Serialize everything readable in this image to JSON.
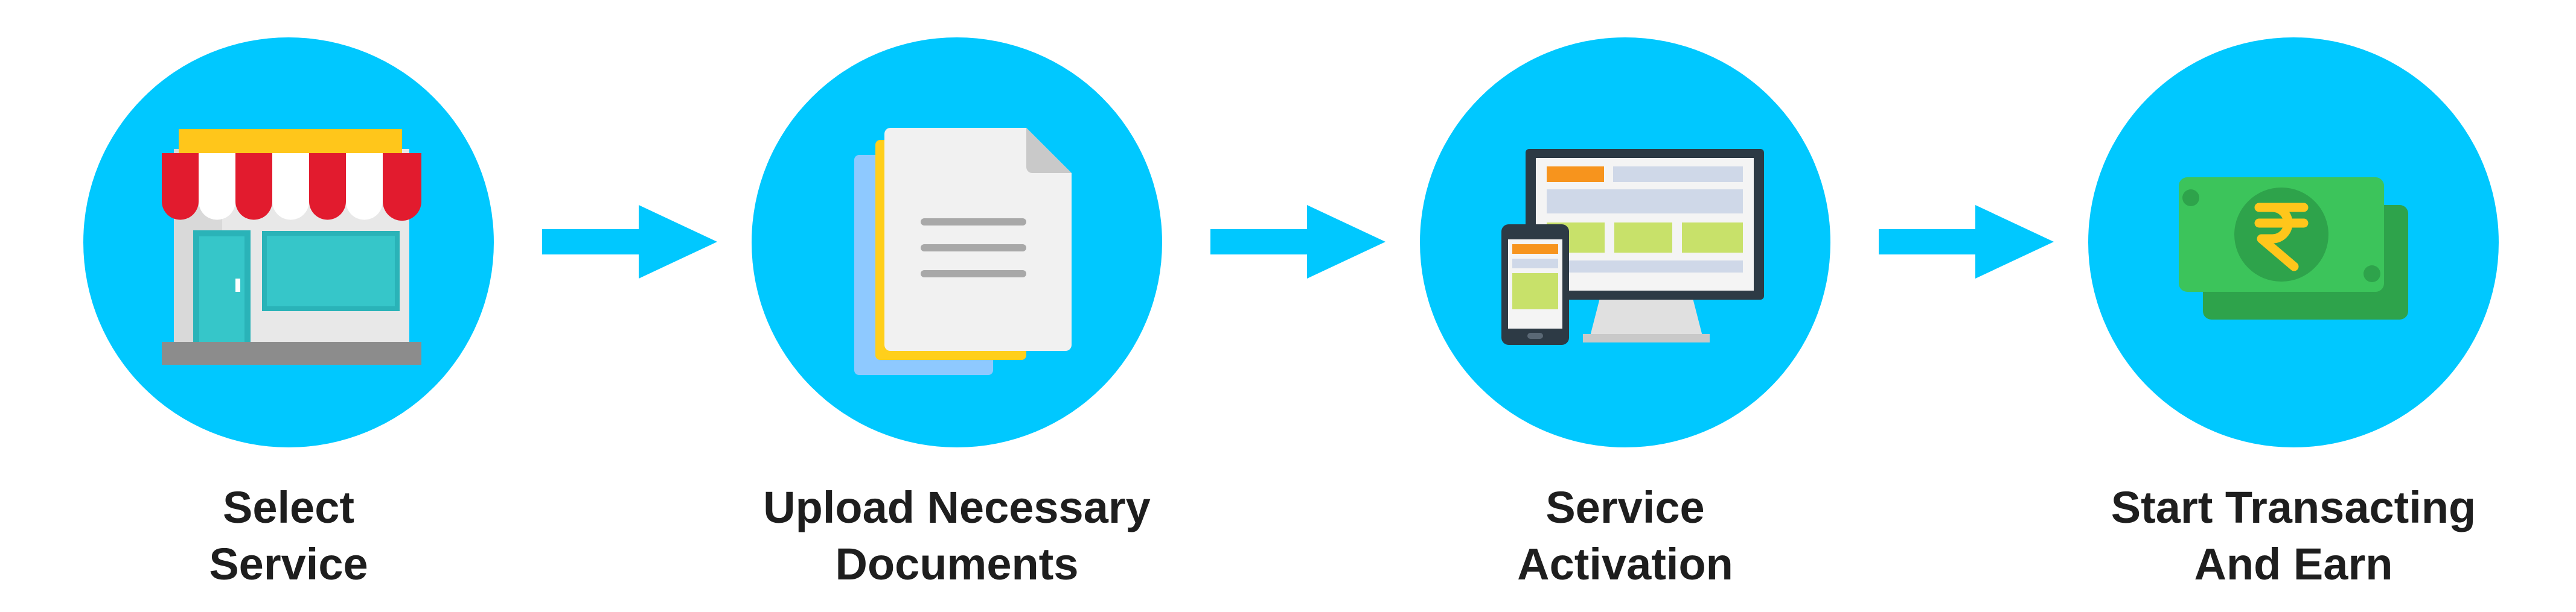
{
  "steps": [
    {
      "line1": "Select",
      "line2": "Service",
      "icon": "shop-icon"
    },
    {
      "line1": "Upload Necessary",
      "line2": "Documents",
      "icon": "documents-icon"
    },
    {
      "line1": "Service",
      "line2": "Activation",
      "icon": "devices-icon"
    },
    {
      "line1": "Start Transacting",
      "line2": "And Earn",
      "icon": "rupee-money-icon"
    }
  ],
  "colors": {
    "circle": "#00c8ff",
    "arrow": "#00c8ff",
    "text": "#1e1e1e"
  }
}
